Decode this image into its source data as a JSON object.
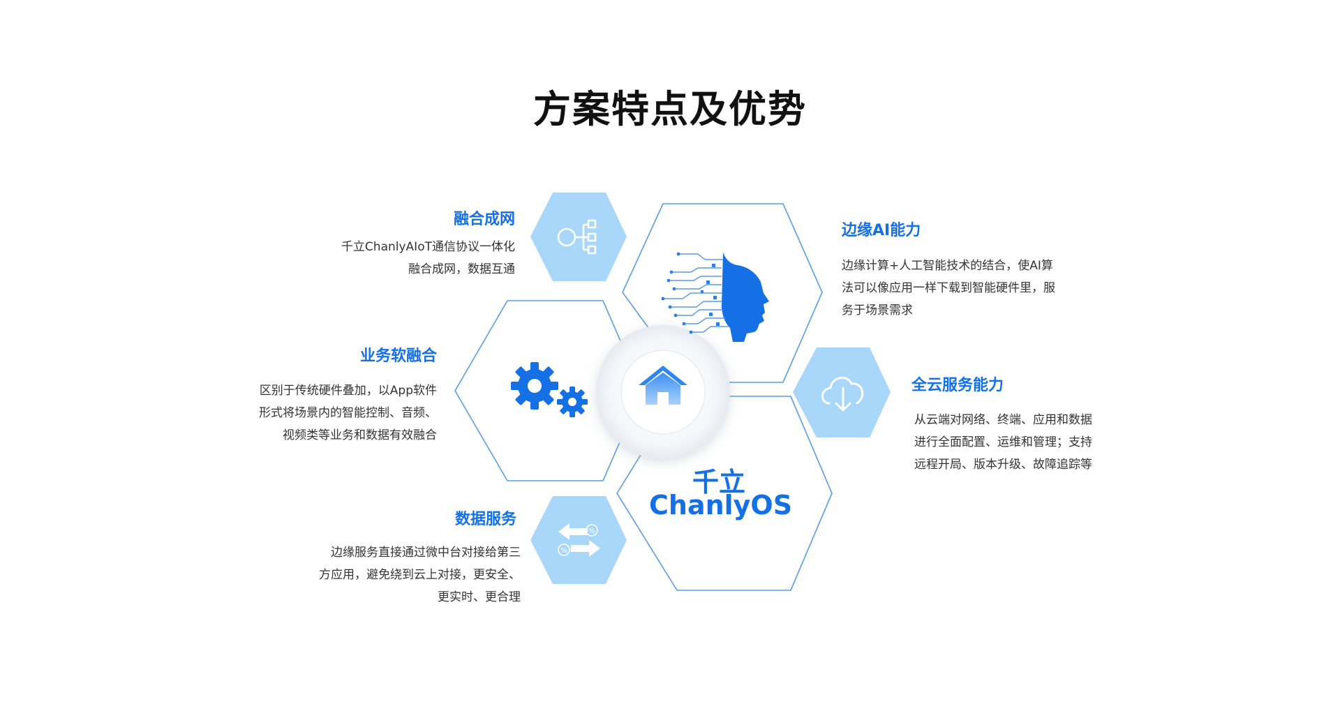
{
  "title": "方案特点及优势",
  "center": {
    "line1": "千立",
    "line2": "ChanlyOS"
  },
  "features": {
    "network": {
      "heading": "融合成网",
      "lines": [
        "千立ChanlyAIoT通信协议一体化",
        "融合成网，数据互通"
      ],
      "icon": "network-icon"
    },
    "edge_ai": {
      "heading": "边缘AI能力",
      "lines": [
        "边缘计算+人工智能技术的结合，使AI算",
        "法可以像应用一样下载到智能硬件里，服",
        "务于场景需求"
      ],
      "icon": "ai-head-icon"
    },
    "business": {
      "heading": "业务软融合",
      "lines": [
        "区别于传统硬件叠加，以App软件",
        "形式将场景内的智能控制、音频、",
        "视频类等业务和数据有效融合"
      ],
      "icon": "gears-icon"
    },
    "cloud": {
      "heading": "全云服务能力",
      "lines": [
        "从云端对网络、终端、应用和数据",
        "进行全面配置、运维和管理；支持",
        "远程开局、版本升级、故障追踪等"
      ],
      "icon": "cloud-download-icon"
    },
    "data": {
      "heading": "数据服务",
      "lines": [
        "边缘服务直接通过微中台对接给第三",
        "方应用，避免绕到云上对接，更安全、",
        "更实时、更合理"
      ],
      "icon": "data-exchange-icon"
    }
  },
  "colors": {
    "accent": "#1570e6",
    "hex_fill": "#a9d7fa",
    "outline": "#5a9de6",
    "text": "#333333",
    "title": "#111111"
  }
}
